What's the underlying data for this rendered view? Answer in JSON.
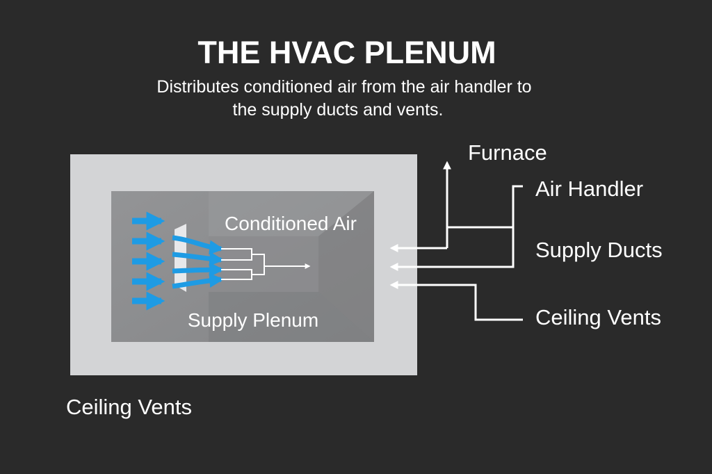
{
  "header": {
    "title": "THE HVAC PLENUM",
    "subtitle_line1": "Distributes conditioned air from the air handler to",
    "subtitle_line2": "the supply ducts and vents."
  },
  "box": {
    "conditioned_air_label": "Conditioned Air",
    "supply_plenum_label": "Supply Plenum"
  },
  "labels": {
    "furnace": "Furnace",
    "air_handler": "Air Handler",
    "supply_ducts": "Supply Ducts",
    "ceiling_vents_right": "Ceiling Vents",
    "ceiling_vents_bottom": "Ceiling Vents"
  },
  "colors": {
    "background": "#2a2a2a",
    "outer_box": "#d3d4d6",
    "inner_box": "#8e8f91",
    "airflow_arrows": "#1e9be4"
  }
}
